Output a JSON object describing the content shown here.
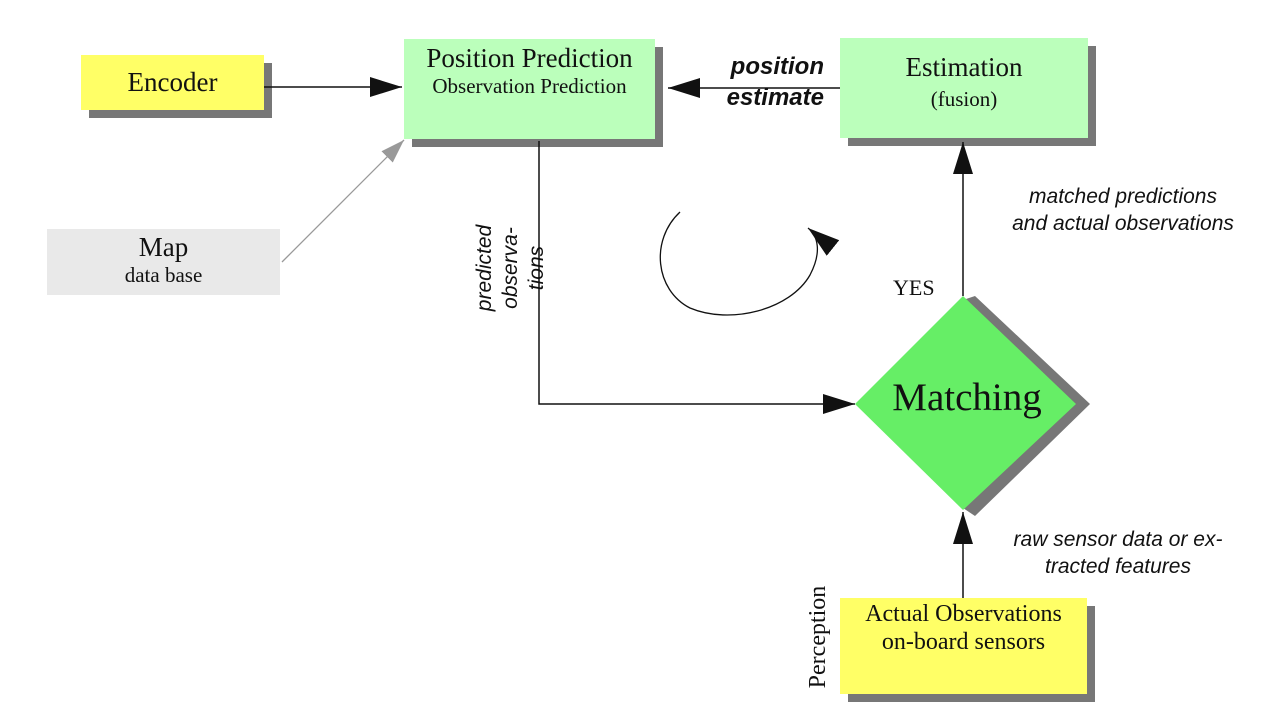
{
  "nodes": {
    "encoder": {
      "label": "Encoder"
    },
    "position_prediction": {
      "line1": "Position Prediction",
      "line2": "Observation Prediction"
    },
    "estimation": {
      "line1": "Estimation",
      "line2": "(fusion)"
    },
    "map": {
      "line1": "Map",
      "line2": "data base"
    },
    "actual_observations": {
      "line1": "Actual Observations",
      "line2": "on-board sensors"
    },
    "matching": {
      "label": "Matching"
    }
  },
  "edge_labels": {
    "position_estimate": {
      "line1": "position",
      "line2": "estimate"
    },
    "matched": {
      "line1": "matched predictions",
      "line2": "and actual observations"
    },
    "raw_sensor": {
      "line1": "raw sensor data or ex-",
      "line2": "tracted features"
    },
    "predicted_observations": {
      "line1": "predicted observa-",
      "line2": "tions"
    },
    "yes": "YES",
    "perception": "Perception"
  },
  "colors": {
    "yellow_box": "#ffff66",
    "green_box": "#bbffbb",
    "gray_box": "#e9e9e9",
    "diamond": "#66ee66",
    "shadow": "#777777",
    "arrow": "#111111",
    "map_arrow": "#999999"
  }
}
